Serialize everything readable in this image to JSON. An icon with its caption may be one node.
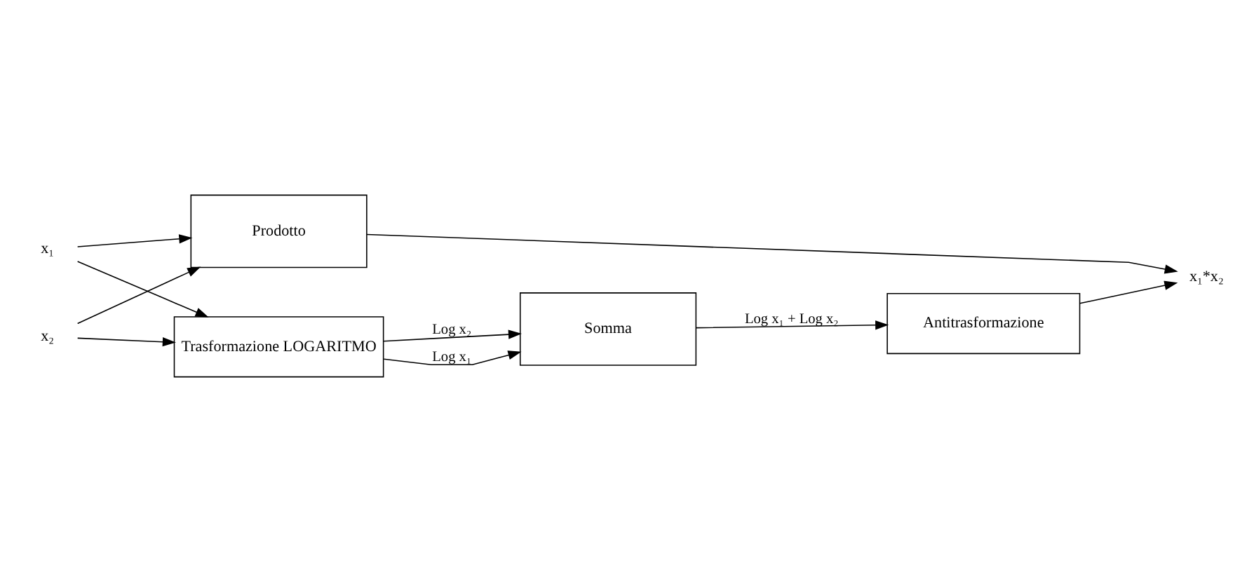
{
  "diagram": {
    "nodes": [
      {
        "text": [
          "x₁"
        ]
      },
      {
        "text": [
          "x₂"
        ]
      },
      {
        "text": [
          "Prodotto"
        ]
      },
      {
        "text": [
          "Trasformazione LOGARITMO"
        ]
      },
      {
        "text": [
          "Antitrasformazione"
        ]
      },
      {
        "text": [
          "Somma"
        ]
      },
      {
        "text": [
          "x₁*x₂"
        ]
      }
    ],
    "edges": [
      {
        "from": 0,
        "to": 2,
        "arrow": "to"
      },
      {
        "from": 1,
        "to": 2,
        "arrow": "to"
      },
      {
        "from": 0,
        "to": 3,
        "arrow": "to"
      },
      {
        "from": 1,
        "to": 3,
        "arrow": "to"
      },
      {
        "from": 3,
        "to": 5,
        "arrow": "to",
        "label": "Log x₂"
      },
      {
        "from": 3,
        "to": 5,
        "arrow": "to",
        "label": "Log x₁"
      },
      {
        "from": 5,
        "to": 4,
        "arrow": "to",
        "label": "Log x₁ + Log x₂"
      },
      {
        "from": 4,
        "to": 6,
        "arrow": "to"
      },
      {
        "from": 2,
        "to": 6,
        "arrow": "to"
      }
    ]
  }
}
